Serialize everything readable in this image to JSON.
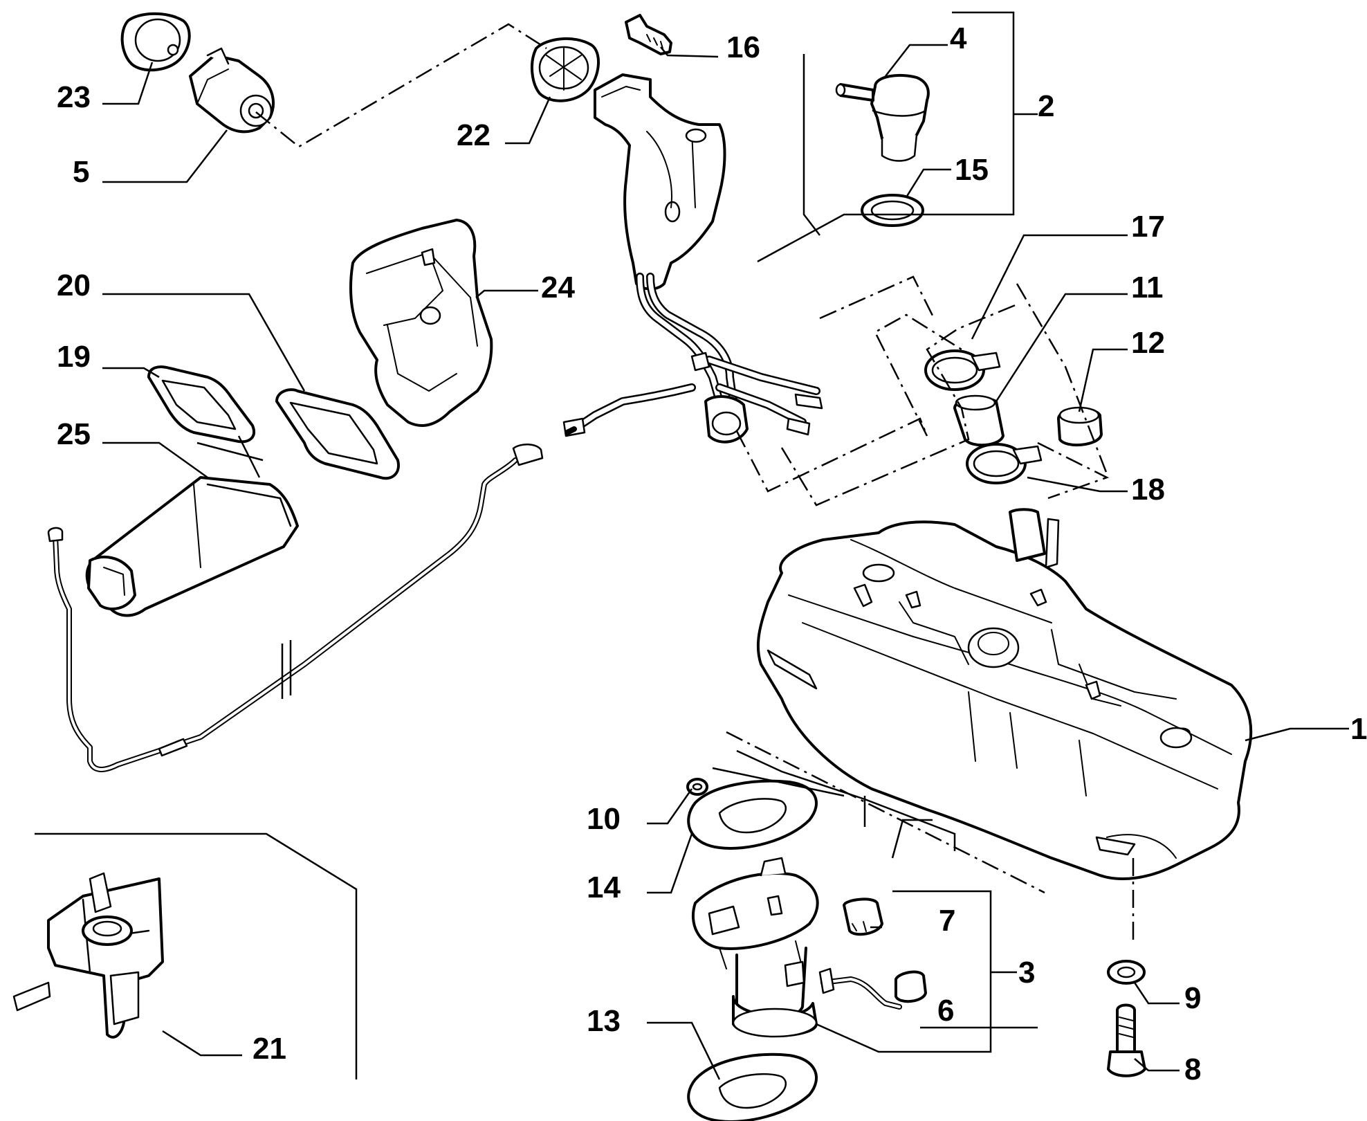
{
  "diagram": {
    "callouts": [
      {
        "id": "p1",
        "label": "1"
      },
      {
        "id": "p2",
        "label": "2"
      },
      {
        "id": "p3",
        "label": "3"
      },
      {
        "id": "p4",
        "label": "4"
      },
      {
        "id": "p5",
        "label": "5"
      },
      {
        "id": "p6",
        "label": "6"
      },
      {
        "id": "p7",
        "label": "7"
      },
      {
        "id": "p8",
        "label": "8"
      },
      {
        "id": "p9",
        "label": "9"
      },
      {
        "id": "p10",
        "label": "10"
      },
      {
        "id": "p11",
        "label": "11"
      },
      {
        "id": "p12",
        "label": "12"
      },
      {
        "id": "p13",
        "label": "13"
      },
      {
        "id": "p14",
        "label": "14"
      },
      {
        "id": "p15",
        "label": "15"
      },
      {
        "id": "p16",
        "label": "16"
      },
      {
        "id": "p17",
        "label": "17"
      },
      {
        "id": "p18",
        "label": "18"
      },
      {
        "id": "p19",
        "label": "19"
      },
      {
        "id": "p20",
        "label": "20"
      },
      {
        "id": "p21",
        "label": "21"
      },
      {
        "id": "p22",
        "label": "22"
      },
      {
        "id": "p23",
        "label": "23"
      },
      {
        "id": "p24",
        "label": "24"
      },
      {
        "id": "p25",
        "label": "25"
      }
    ],
    "colors": {
      "ink": "#000000",
      "paper": "#ffffff"
    }
  }
}
